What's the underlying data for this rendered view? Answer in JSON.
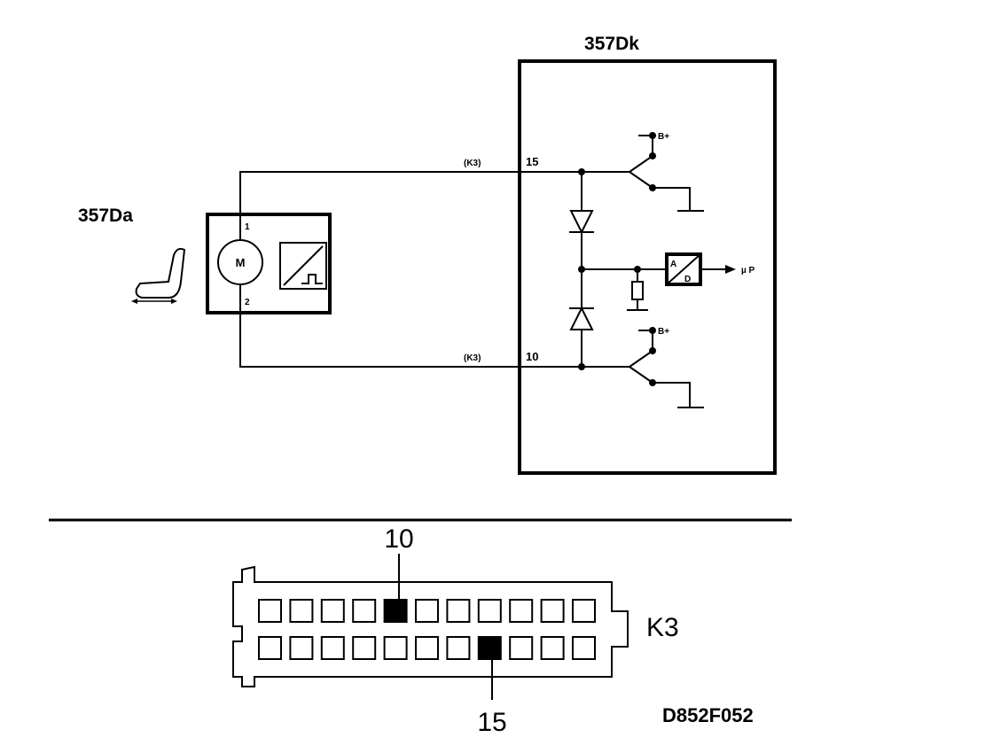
{
  "modules": {
    "controller": {
      "label": "357Dk"
    },
    "motor_unit": {
      "label": "357Da",
      "motor_symbol": "M",
      "pin_top": "1",
      "pin_bottom": "2"
    }
  },
  "wires": {
    "upper": {
      "connector_tag": "(K3)",
      "pin": "15"
    },
    "lower": {
      "connector_tag": "(K3)",
      "pin": "10"
    }
  },
  "circuit": {
    "supply_top": "B+",
    "supply_bottom": "B+",
    "adc_a": "A",
    "adc_d": "D",
    "output": "µ P",
    "seat_icon": "seat-icon"
  },
  "connector": {
    "name": "K3",
    "highlight_top_label": "10",
    "highlight_bottom_label": "15",
    "rows": 2,
    "cols": 11,
    "highlight_top_index": 5,
    "highlight_bottom_index": 8
  },
  "figure_code": "D852F052"
}
